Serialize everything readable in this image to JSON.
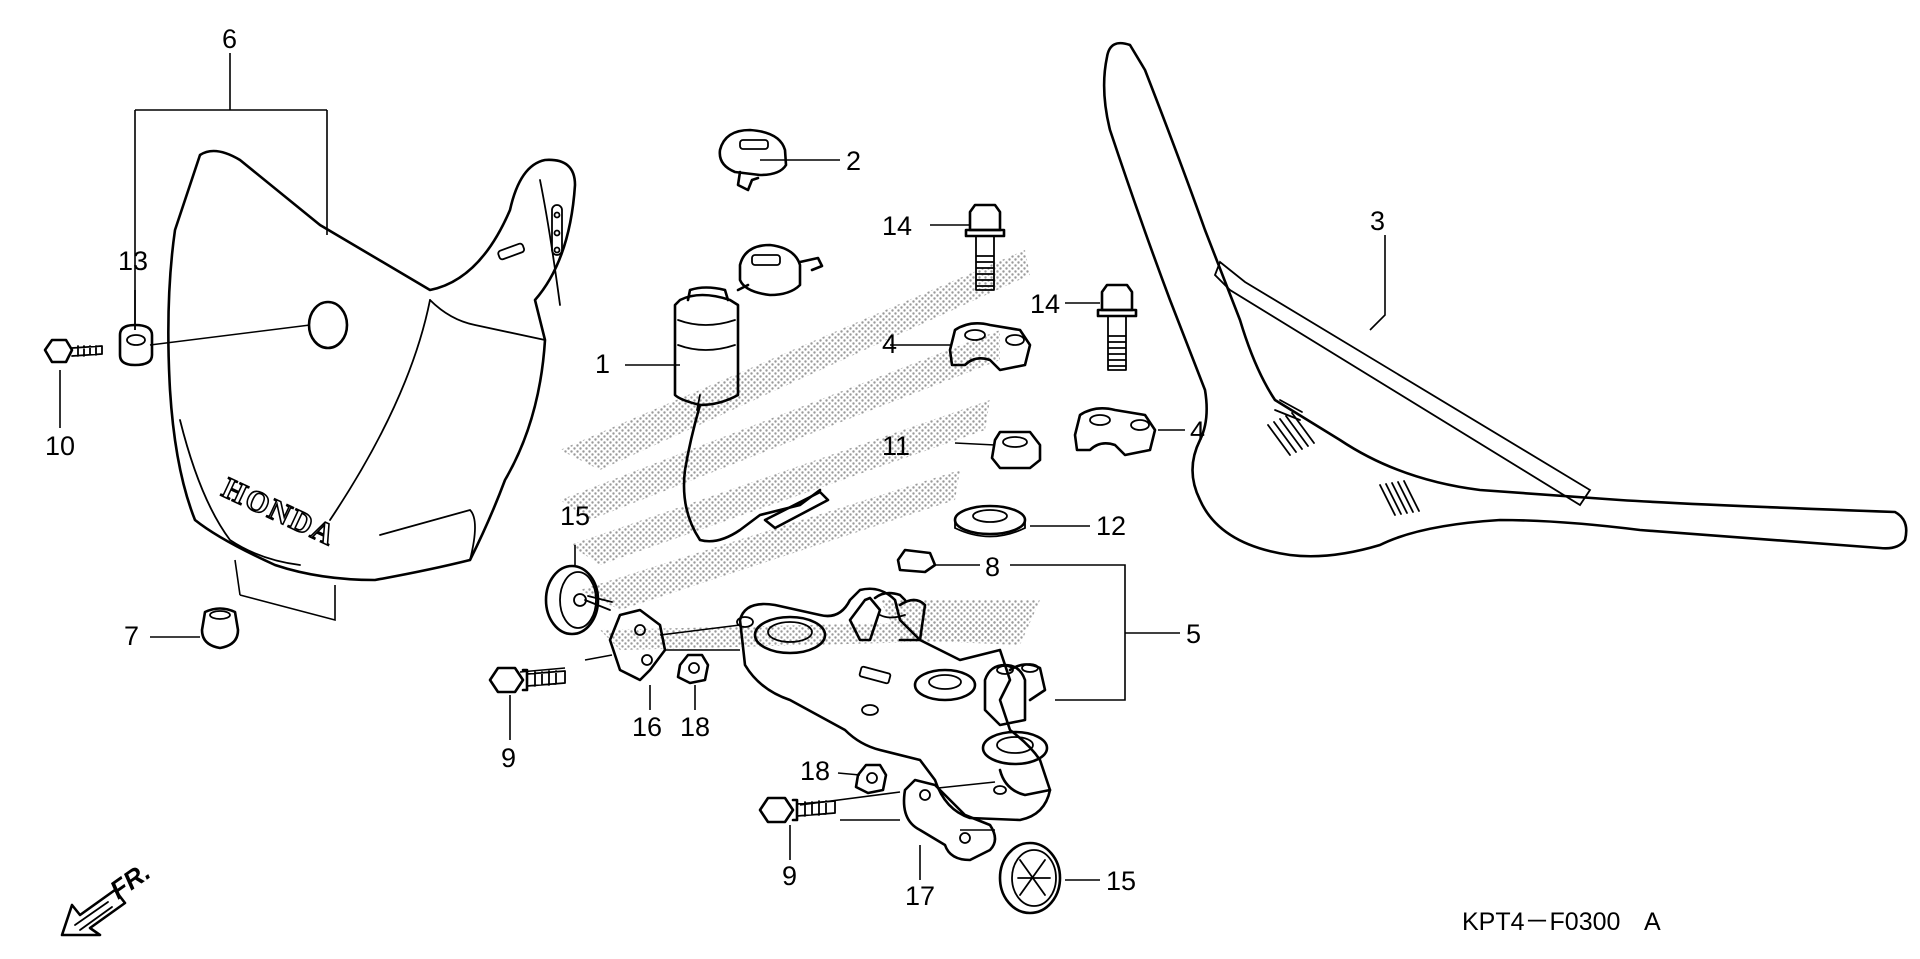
{
  "brand_text": "HONDA",
  "direction_label": "FR.",
  "diagram_code": "KPT4－F0300",
  "diagram_variant": "A",
  "callouts": [
    "1",
    "2",
    "3",
    "4",
    "4",
    "5",
    "6",
    "7",
    "8",
    "9",
    "9",
    "10",
    "11",
    "12",
    "13",
    "14",
    "14",
    "15",
    "15",
    "16",
    "17",
    "18",
    "18"
  ],
  "colors": {
    "ink": "#000000",
    "paper": "#ffffff",
    "stipple": "#9a9a9a"
  }
}
